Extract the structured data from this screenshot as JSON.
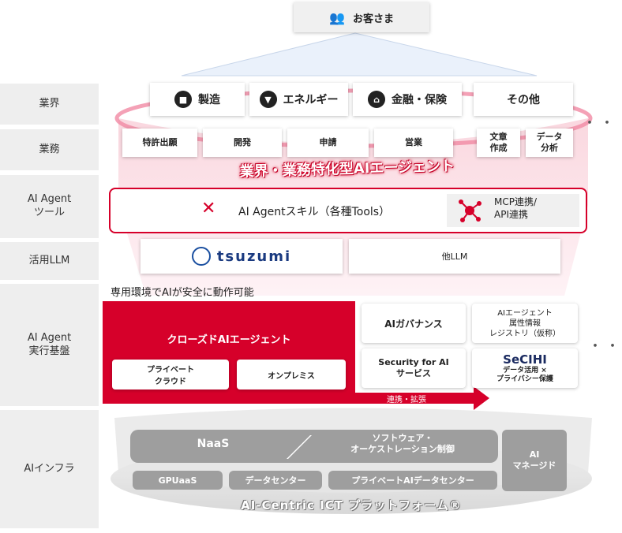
{
  "customer": {
    "label": "お客さま"
  },
  "rows": {
    "industry": "業界",
    "business": "業務",
    "tools": "AI Agent\nツール",
    "llm": "活用LLM",
    "platform": "AI Agent\n実行基盤",
    "infra": "AIインフラ"
  },
  "industries": [
    {
      "label": "製造",
      "icon": "factory-icon"
    },
    {
      "label": "エネルギー",
      "icon": "energy-icon"
    },
    {
      "label": "金融・保険",
      "icon": "bank-icon"
    },
    {
      "label": "その他",
      "icon": ""
    }
  ],
  "tasks": [
    "特許出願",
    "開発",
    "申請",
    "営業",
    "文章\n作成",
    "データ\n分析"
  ],
  "agent_banner": "業界・業務特化型AIエージェント",
  "tools": {
    "skills": "AI Agentスキル（各種Tools）",
    "mcp": "MCP連携/\nAPI連携"
  },
  "llm": {
    "tsuzumi": "tsuzumi",
    "other": "他LLM"
  },
  "platform": {
    "caption": "専用環境でAIが安全に動作可能",
    "closed": "クローズドAIエージェント",
    "private_cloud": "プライベート\nクラウド",
    "onprem": "オンプレミス",
    "governance": "AIガバナンス",
    "registry": "AIエージェント\n属性情報\nレジストリ（仮称）",
    "security": "Security for AI\nサービス",
    "secihi": "SeCIHI",
    "secihi_sub": "データ活用 ×\nプライバシー保護",
    "link": "連携・拡張"
  },
  "infra": {
    "naas": "NaaS",
    "software": "ソフトウェア・\nオーケストレーション制御",
    "managed": "AI\nマネージド",
    "gpuaas": "GPUaaS",
    "datacenter": "データセンター",
    "private_dc": "プライベートAIデータセンター",
    "platform": "AI-Centric ICT プラットフォーム®"
  },
  "ellipsis": "・・・",
  "colors": {
    "accent": "#d6002a",
    "pink": "#f4a7b8",
    "gray": "#9e9e9e"
  }
}
